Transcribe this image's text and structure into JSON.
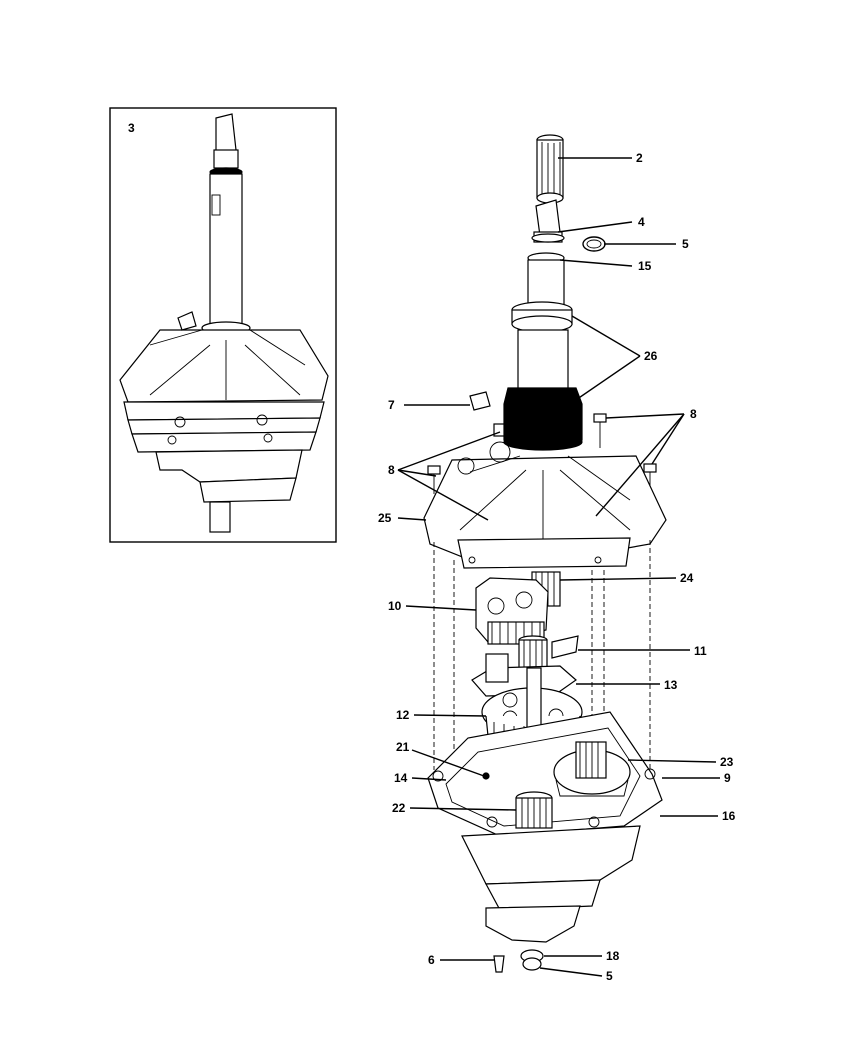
{
  "inset": {
    "label": "3"
  },
  "callouts": [
    {
      "id": "c2",
      "text": "2"
    },
    {
      "id": "c4",
      "text": "4"
    },
    {
      "id": "c5a",
      "text": "5"
    },
    {
      "id": "c15",
      "text": "15"
    },
    {
      "id": "c26",
      "text": "26"
    },
    {
      "id": "c7",
      "text": "7"
    },
    {
      "id": "c8a",
      "text": "8"
    },
    {
      "id": "c8b",
      "text": "8"
    },
    {
      "id": "c25",
      "text": "25"
    },
    {
      "id": "c24",
      "text": "24"
    },
    {
      "id": "c10",
      "text": "10"
    },
    {
      "id": "c11",
      "text": "11"
    },
    {
      "id": "c13",
      "text": "13"
    },
    {
      "id": "c12",
      "text": "12"
    },
    {
      "id": "c21",
      "text": "21"
    },
    {
      "id": "c23",
      "text": "23"
    },
    {
      "id": "c14",
      "text": "14"
    },
    {
      "id": "c9",
      "text": "9"
    },
    {
      "id": "c22",
      "text": "22"
    },
    {
      "id": "c16",
      "text": "16"
    },
    {
      "id": "c6",
      "text": "6"
    },
    {
      "id": "c18",
      "text": "18"
    },
    {
      "id": "c5b",
      "text": "5"
    }
  ]
}
